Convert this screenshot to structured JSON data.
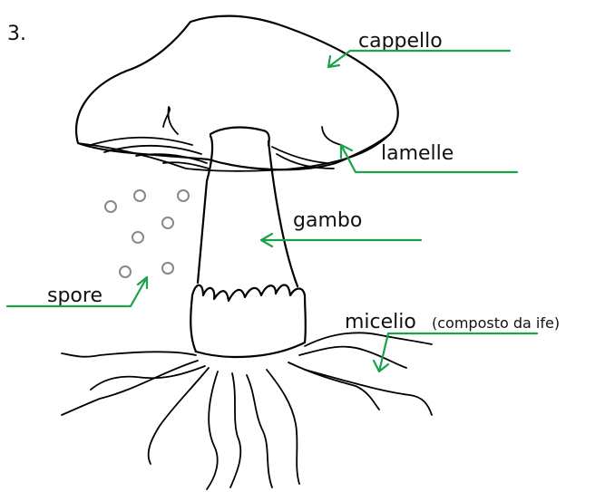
{
  "question_number": "3.",
  "labels": {
    "cap": "cappello",
    "gills": "lamelle",
    "stem": "gambo",
    "spores": "spore",
    "mycelium": "micelio",
    "mycelium_note": "(composto da ife)"
  },
  "colors": {
    "label_line": "#1aa34a",
    "outline": "#000000",
    "spore_outline": "#888888"
  }
}
